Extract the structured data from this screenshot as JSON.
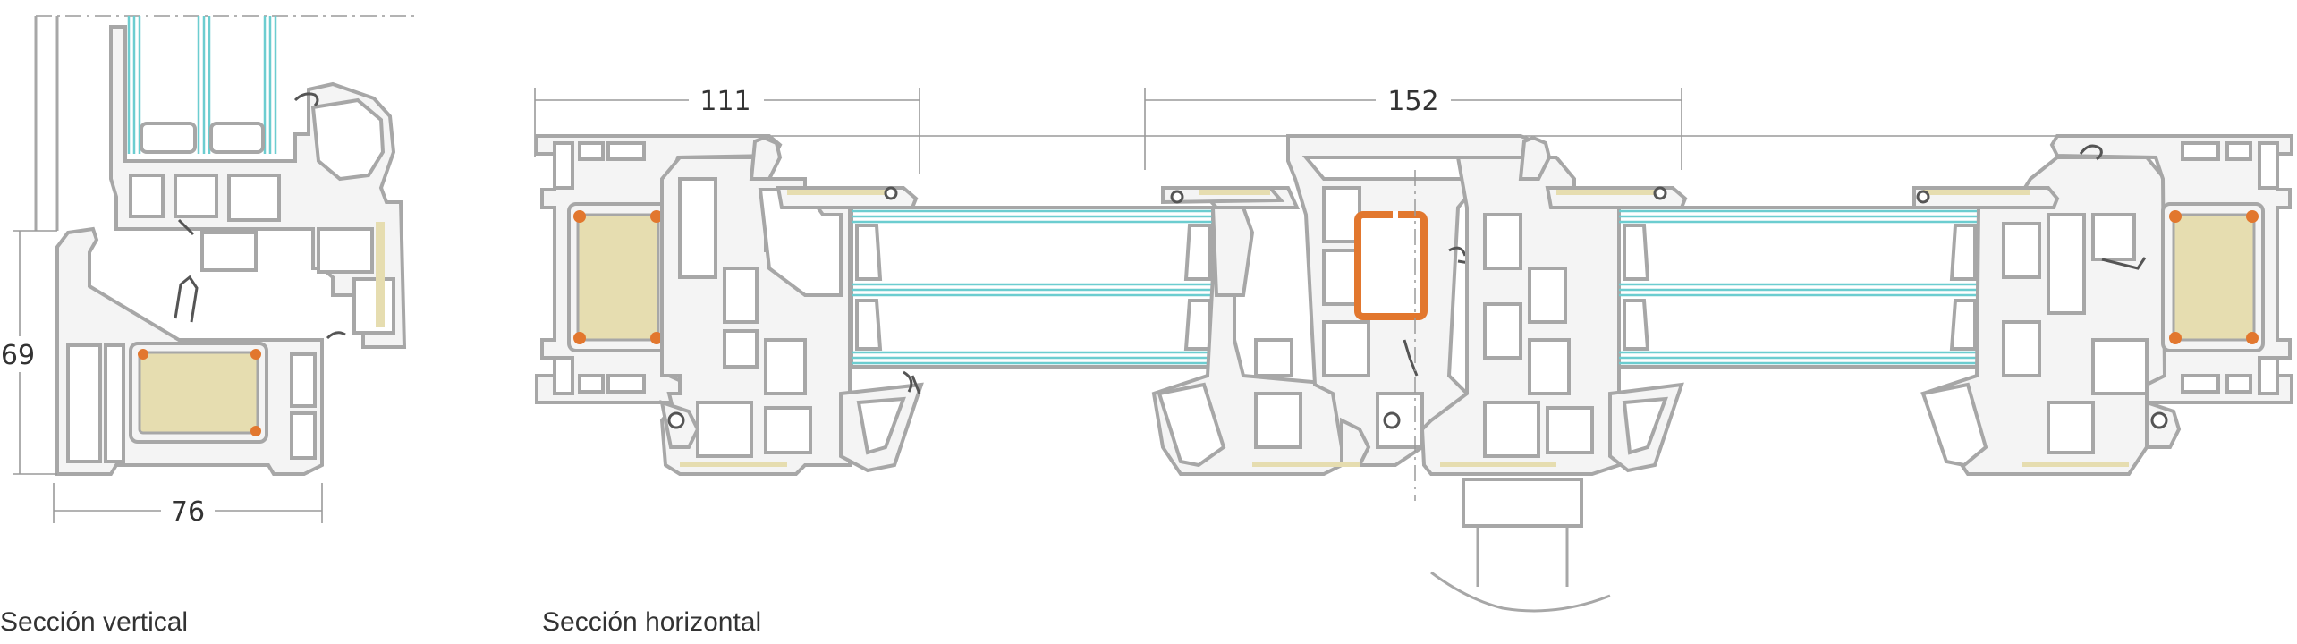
{
  "dimensions": {
    "vertical_height": "69",
    "vertical_width": "76",
    "horizontal_left": "111",
    "horizontal_center": "152"
  },
  "captions": {
    "vertical": "Sección vertical",
    "horizontal": "Sección horizontal"
  },
  "colors": {
    "profile_stroke": "#a7a7a7",
    "profile_fill": "#f4f4f4",
    "glass": "#6ccdd0",
    "insulation": "#e6ddb0",
    "steel_reinforcement": "#e2772e",
    "gasket": "#555555",
    "dimension_line": "#9a9a9a"
  }
}
